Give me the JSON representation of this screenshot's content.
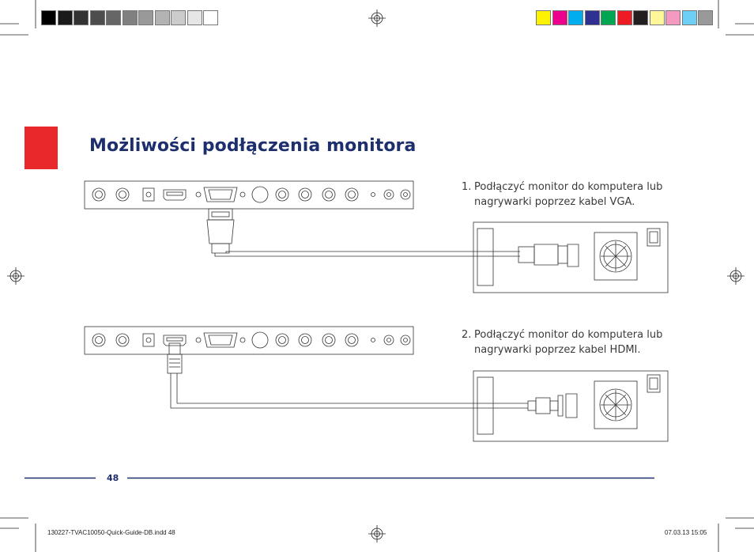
{
  "page": {
    "title": "Możliwości podłączenia monitora",
    "page_number": "48"
  },
  "steps": [
    {
      "number": "1.",
      "line1": "Podłączyć monitor do komputera lub",
      "line2": "nagrywarki poprzez kabel VGA."
    },
    {
      "number": "2.",
      "line1": "Podłączyć monitor do komputera lub",
      "line2": "nagrywarki poprzez kabel HDMI."
    }
  ],
  "slug": {
    "file": "130227-TVAC10050-Quick-Guide-DB.indd   48",
    "datetime": "07.03.13   15:05"
  },
  "colors": {
    "accent_red": "#e8282b",
    "brand_navy": "#1e2f6e",
    "gray_bar": [
      "#000000",
      "#1a1a1a",
      "#333333",
      "#4d4d4d",
      "#666666",
      "#808080",
      "#999999",
      "#b3b3b3",
      "#cccccc",
      "#e6e6e6",
      "#ffffff"
    ],
    "color_bar": [
      "#fff200",
      "#ec008c",
      "#00aeef",
      "#2e3192",
      "#00a651",
      "#ed1c24",
      "#231f20",
      "#fff799",
      "#f49ac1",
      "#6dcff6",
      "#999999"
    ]
  }
}
